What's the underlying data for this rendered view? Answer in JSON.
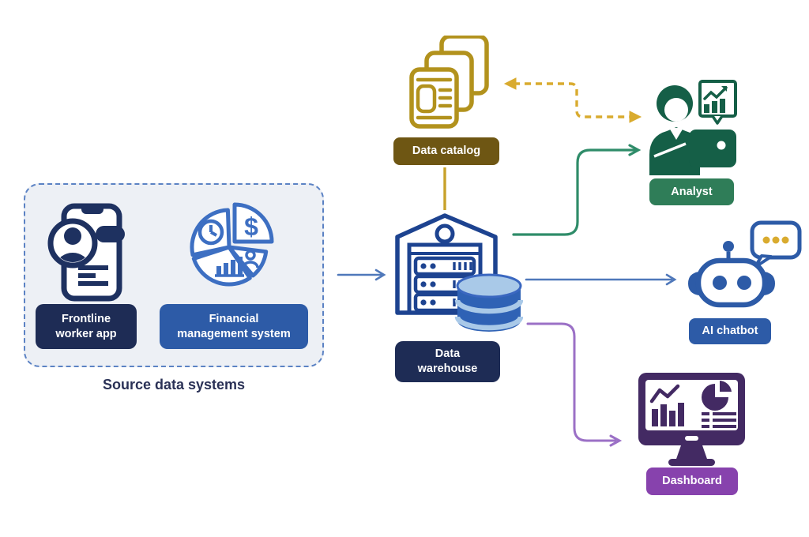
{
  "diagram": {
    "title_caption": "Source data systems",
    "source_group": {
      "frontline": {
        "line1": "Frontline",
        "line2": "worker app"
      },
      "financial": {
        "line1": "Financial",
        "line2": "management system"
      }
    },
    "catalog": {
      "label": "Data catalog"
    },
    "warehouse": {
      "line1": "Data",
      "line2": "warehouse"
    },
    "analyst": {
      "label": "Analyst"
    },
    "chatbot": {
      "label": "AI chatbot"
    },
    "dashboard": {
      "label": "Dashboard"
    },
    "financial_icon_dollar": "$"
  },
  "icons": [
    "phone-user-icon",
    "pie-finance-icon",
    "documents-stack-icon",
    "warehouse-server-icon",
    "database-cylinder-icon",
    "analyst-person-icon",
    "chart-panel-icon",
    "robot-icon",
    "speech-bubble-icon",
    "monitor-dashboard-icon"
  ],
  "colors": {
    "navy_badge": "#1e2c55",
    "blue_badge": "#2d5ba7",
    "gold_badge": "#6e5613",
    "green_badge": "#2f7d58",
    "purple_badge": "#8742ad",
    "gold_icon": "#b2921d",
    "green_icon": "#155f47",
    "purple_icon": "#432a63",
    "pie_blue": "#3d6fc2",
    "cylinder_blue": "#2f62b5",
    "cylinder_light": "#a9c9e8",
    "connector_blue": "#4f78ba",
    "connector_green": "#2f8c69",
    "connector_purple": "#9b70c6",
    "connector_gold_solid": "#c8a22b",
    "connector_gold_dashed": "#d9ab2f",
    "box_border": "#5b82c4",
    "box_fill": "#edf0f5"
  }
}
